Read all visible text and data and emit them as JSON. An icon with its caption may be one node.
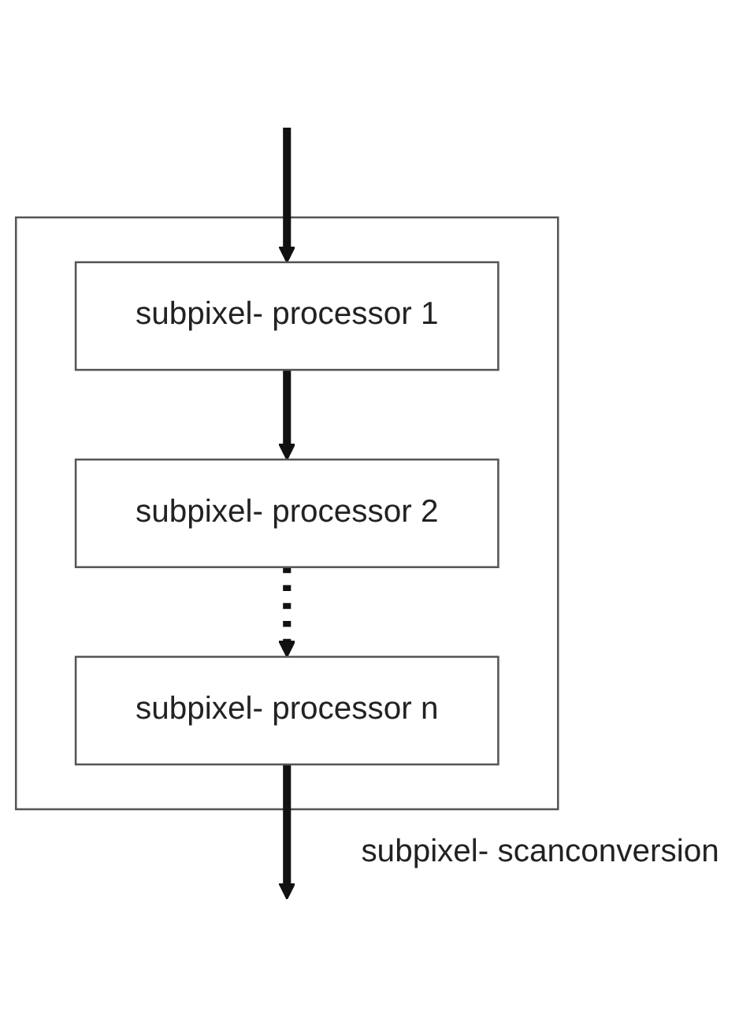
{
  "diagram": {
    "nodes": [
      {
        "text": [
          "subpixel- scanconversion"
        ]
      },
      {
        "text": [
          "subpixel- processor 1"
        ],
        "in": 0
      },
      {
        "text": [
          "subpixel- processor 2"
        ],
        "in": 0
      },
      {
        "text": [
          "subpixel- processor n"
        ],
        "in": 0
      }
    ],
    "edges": [
      {
        "from": null,
        "to": 1,
        "arrow": "to"
      },
      {
        "from": 1,
        "to": 2,
        "arrow": "to"
      },
      {
        "from": 2,
        "to": 3,
        "arrow": "to",
        "style": "dashed"
      },
      {
        "from": 3,
        "to": null,
        "arrow": "to"
      }
    ]
  }
}
